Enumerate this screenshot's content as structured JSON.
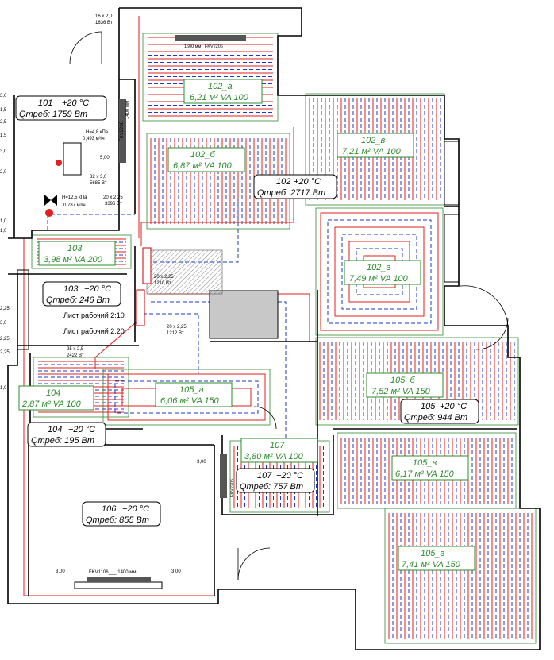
{
  "colors": {
    "supply": "#e0201e",
    "return": "#1c39c8",
    "zone_text": "#2e8b2e",
    "wall": "#000000",
    "hatch": "#9c9c9c"
  },
  "rooms": [
    {
      "id": "r101",
      "name": "101",
      "temp": "+20 °C",
      "load": "Qтреб: 1759 Вт"
    },
    {
      "id": "r102",
      "name": "102",
      "temp": "+20 °C",
      "load": "Qтреб: 2717 Вт"
    },
    {
      "id": "r103",
      "name": "103",
      "temp": "+20 °C",
      "load": "Qтреб: 246 Вт"
    },
    {
      "id": "r104",
      "name": "104",
      "temp": "+20 °C",
      "load": "Qтреб: 195 Вт"
    },
    {
      "id": "r105",
      "name": "105",
      "temp": "+20 °C",
      "load": "Qтреб: 944 Вт"
    },
    {
      "id": "r106",
      "name": "106",
      "temp": "+20 °C",
      "load": "Qтреб: 855 Вт"
    },
    {
      "id": "r107",
      "name": "107",
      "temp": "+20 °C",
      "load": "Qтреб: 757 Вт"
    }
  ],
  "zones": [
    {
      "name": "102_а",
      "spec": "6,21 м²  VA 100"
    },
    {
      "name": "102_б",
      "spec": "6,87 м²  VA 100"
    },
    {
      "name": "102_в",
      "spec": "7,21 м²  VA 100"
    },
    {
      "name": "102_г",
      "spec": "7,49 м²  VA 100"
    },
    {
      "name": "103",
      "spec": "3,98 м²  VA 200"
    },
    {
      "name": "104",
      "spec": "2,87 м²  VA 100"
    },
    {
      "name": "105_а",
      "spec": "6,06 м²  VA 150"
    },
    {
      "name": "105_б",
      "spec": "7,52 м²  VA 150"
    },
    {
      "name": "105_в",
      "spec": "6,17 м²  VA 150"
    },
    {
      "name": "105_г",
      "spec": "7,41 м²  VA 150"
    },
    {
      "name": "107",
      "spec": "3,80 м²  VA 100"
    }
  ],
  "annotations": {
    "pipe_top_a": "16 x 2,0",
    "pipe_top_b": "1636 Вт",
    "convector_top": "1600 мм _FKV2206_",
    "pump_head": "H=4,8 кПа",
    "pump_flow": "0,493 м³/ч",
    "pump_size": "5,00",
    "pipe_32_a": "32 x 3,0",
    "pipe_32_b": "5685 Вт",
    "valve_head": "H=12,5 кПа",
    "valve_flow": "0,787 м³/ч",
    "pipe_20_a": "20 x 2,25",
    "pipe_20_b": "3396 Вт",
    "manifold1_a": "20 x 2,25",
    "manifold1_b": "1210 Вт",
    "manifold2_a": "20 x 2,25",
    "manifold2_b": "1212 Вт",
    "pipe_25_a": "25 x 2,5",
    "pipe_25_b": "2422 Вт",
    "sheet_ref_1": "Лист рабочий 2:10",
    "sheet_ref_2": "Лист рабочий 2:20",
    "conv_wall_1": "FKV2206",
    "conv_wall_2": "1400 мм",
    "conv_bottom": "FKV1106___ 1400 мм",
    "conv_107": "FKV2206",
    "height_1": "3,00",
    "height_2": "3,00",
    "height_3": "3,00",
    "left_marks": [
      "3,0",
      "1,5",
      "2,5",
      "1,5",
      "3,0",
      "2,0",
      "1,0",
      "1,0",
      "2,25",
      "3,0",
      "2,25",
      "2,25",
      "1,0"
    ]
  }
}
